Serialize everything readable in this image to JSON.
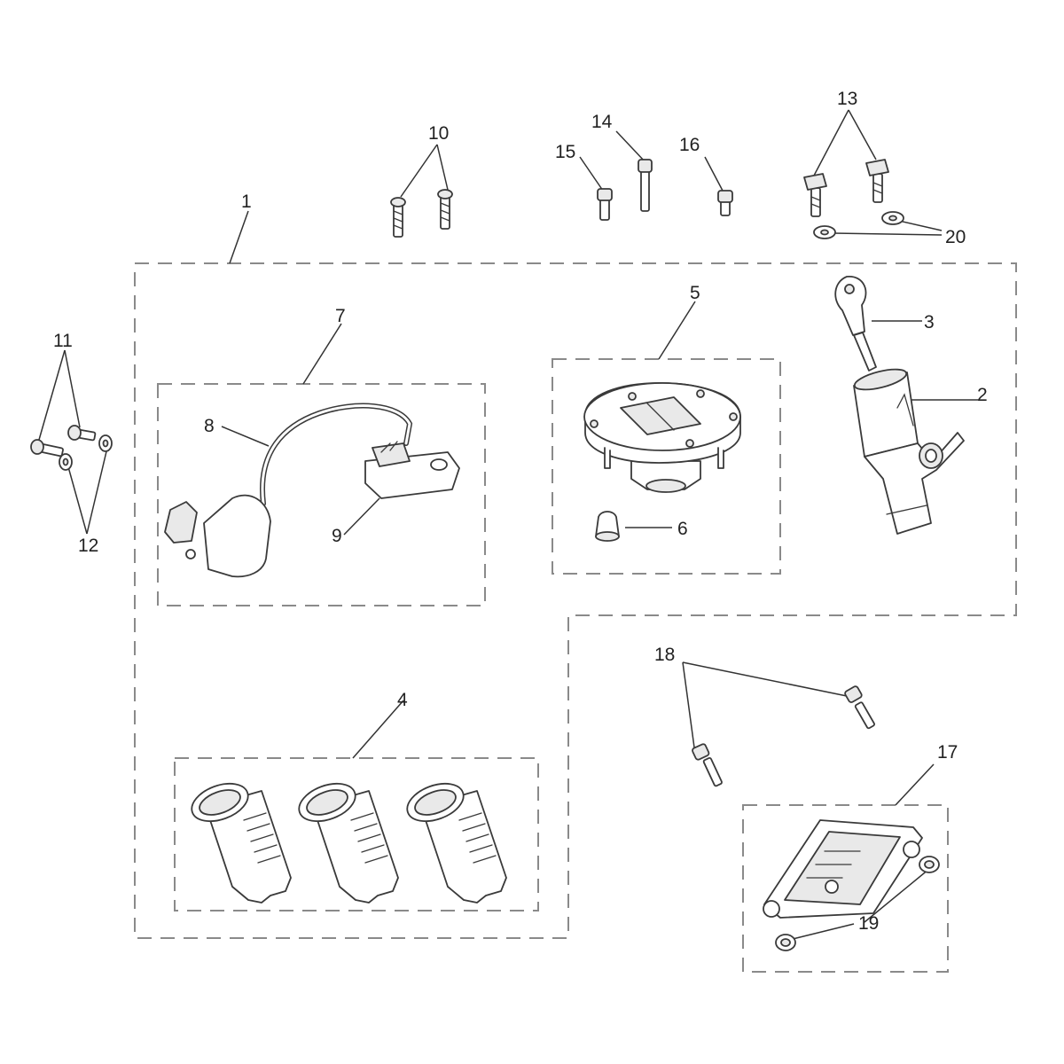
{
  "callouts": {
    "c1": "1",
    "c2": "2",
    "c3": "3",
    "c4": "4",
    "c5": "5",
    "c6": "6",
    "c7": "7",
    "c8": "8",
    "c9": "9",
    "c10": "10",
    "c11": "11",
    "c12": "12",
    "c13": "13",
    "c14": "14",
    "c15": "15",
    "c16": "16",
    "c17": "17",
    "c18": "18",
    "c19": "19",
    "c20": "20"
  },
  "colors": {
    "line": "#3a3a3a",
    "dashed_border": "#8a8a8a",
    "background": "#ffffff"
  }
}
